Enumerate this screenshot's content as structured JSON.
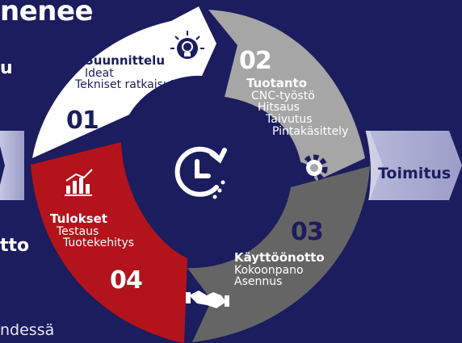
{
  "heading": "nenee",
  "left_fragments": {
    "top": "u",
    "middle": "tto",
    "bottom": "ndessä"
  },
  "steps": [
    {
      "number": "01",
      "title": "Suunnittelu",
      "items": [
        "Ideat",
        "Tekniset ratkaisut"
      ],
      "color": "#ffffff",
      "icon": "lightbulb-icon"
    },
    {
      "number": "02",
      "title": "Tuotanto",
      "items": [
        "CNC-työstö",
        "Hitsaus",
        "Taivutus",
        "Pintakäsittely"
      ],
      "color": "#a6a6a6",
      "icon": "gear-icon"
    },
    {
      "number": "03",
      "title": "Käyttöönotto",
      "items": [
        "Kokoonpano",
        "Asennus"
      ],
      "color": "#656565",
      "icon": "handshake-icon"
    },
    {
      "number": "04",
      "title": "Tulokset",
      "items": [
        "Testaus",
        "Tuotekehitys"
      ],
      "color": "#b3131b",
      "icon": "bar-chart-icon"
    }
  ],
  "arrow_right_label": "Toimitus",
  "center_icon": "cycle-clock-icon",
  "colors": {
    "background": "#1b1d5e",
    "band": "#b8b9da",
    "navy": "#1b1d5e"
  }
}
